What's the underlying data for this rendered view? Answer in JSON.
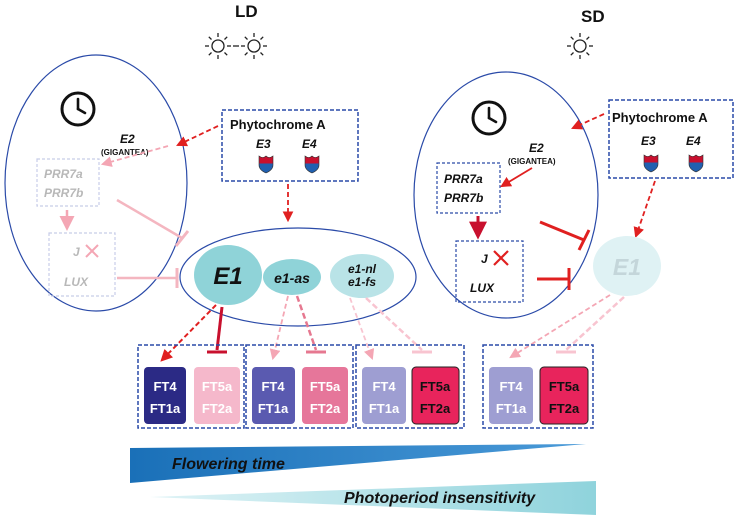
{
  "panels": {
    "ld": {
      "label": "LD"
    },
    "sd": {
      "label": "SD"
    }
  },
  "nodes": {
    "e2": "E2",
    "gigantea": "(GIGANTEA)",
    "prr7a": "PRR7a",
    "prr7b": "PRR7b",
    "j": "J",
    "lux": "LUX",
    "phya": "Phytochrome A",
    "e3": "E3",
    "e4": "E4",
    "e1": "E1",
    "e1_as": "e1-as",
    "e1_nl": "e1-nl",
    "e1_fs": "e1-fs"
  },
  "ft_genes": {
    "ft4": "FT4",
    "ft1a": "FT1a",
    "ft5a": "FT5a",
    "ft2a": "FT2a"
  },
  "gradients": {
    "flowering_time": "Flowering time",
    "photoperiod_insensitivity": "Photoperiod insensitivity"
  },
  "colors": {
    "activation_arrow": "#e02020",
    "outline_blue": "#2a4aa8",
    "e1_fill": "#8fd3d8",
    "e1_faded": "#dff2f4",
    "ft_dark_blue": "#2b2a85",
    "ft_pink_pale": "#f5b8cb",
    "ft_mid_blue": "#5a5ab0",
    "ft_mid_pink": "#e6769a",
    "ft_light_blue": "#9e9ed2",
    "ft_hot_pink": "#e8245c",
    "flowering_gradient": "#1a70b8",
    "insensitivity_gradient": "#8fd3dc"
  },
  "icons": [
    "sun-icon",
    "clock-icon",
    "shield-icon",
    "inhibit-cross-icon"
  ]
}
